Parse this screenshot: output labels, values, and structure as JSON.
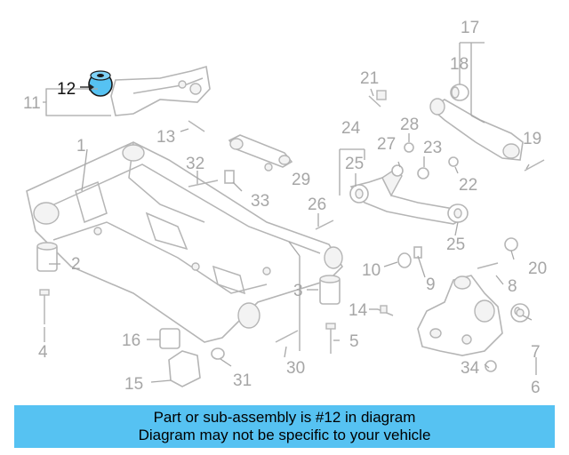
{
  "banner": {
    "line1": "Part or sub-assembly is #12 in diagram",
    "line2": "Diagram may not be specific to your vehicle"
  },
  "diagram": {
    "highlight_color": "#56c2f2",
    "labels": {
      "l1": "1",
      "l2": "2",
      "l3": "3",
      "l4": "4",
      "l5": "5",
      "l6": "6",
      "l7": "7",
      "l8": "8",
      "l9": "9",
      "l10": "10",
      "l11": "11",
      "l12": "12",
      "l13": "13",
      "l14": "14",
      "l15": "15",
      "l16": "16",
      "l17": "17",
      "l18": "18",
      "l19": "19",
      "l20": "20",
      "l21": "21",
      "l22": "22",
      "l23": "23",
      "l24": "24",
      "l25a": "25",
      "l25b": "25",
      "l26": "26",
      "l27": "27",
      "l28": "28",
      "l29": "29",
      "l30": "30",
      "l31": "31",
      "l32": "32",
      "l33": "33",
      "l34": "34"
    }
  }
}
